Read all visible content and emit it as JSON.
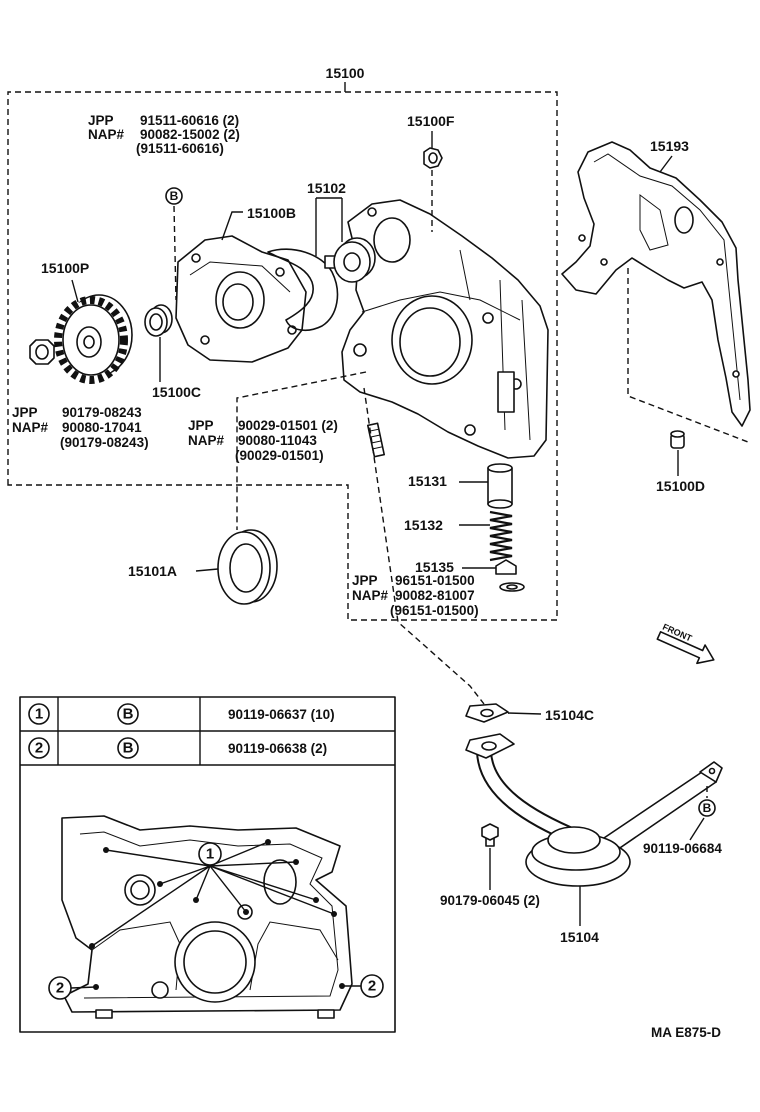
{
  "labels": {
    "assembly": "15100",
    "cover_nut": "15100F",
    "front_gasket": "15193",
    "pump_gasket": "15102",
    "pump_body": "15100B",
    "timing_gear": "15100P",
    "gear_seal": "15100C",
    "relief_valve": "15131",
    "dowel": "15100D",
    "spring": "15132",
    "oil_seal": "15101A",
    "spring_retainer": "15135",
    "strainer_gasket": "15104C",
    "strainer": "15104",
    "strainer_bolt": "90119-06684",
    "strainer_nut": "90179-06045 (2)",
    "front": "FRONT",
    "diagram_code": "MA E875-D"
  },
  "markers": {
    "bolt": "B",
    "one": "1",
    "two": "2"
  },
  "callouts": [
    {
      "jpp_tag": "JPP",
      "jpp": "91511-60616 (2)",
      "nap_tag": "NAP#",
      "nap": "90082-15002 (2)",
      "alt": "(91511-60616)"
    },
    {
      "jpp_tag": "JPP",
      "jpp": "90179-08243",
      "nap_tag": "NAP#",
      "nap": "90080-17041",
      "alt": "(90179-08243)"
    },
    {
      "jpp_tag": "JPP",
      "jpp": "90029-01501 (2)",
      "nap_tag": "NAP#",
      "nap": "90080-11043",
      "alt": "(90029-01501)"
    },
    {
      "jpp_tag": "JPP",
      "jpp": "96151-01500",
      "nap_tag": "NAP#",
      "nap": "90082-81007",
      "alt": "(96151-01500)"
    }
  ],
  "bolt_table": [
    {
      "ref": "1",
      "type": "B",
      "part": "90119-06637 (10)"
    },
    {
      "ref": "2",
      "type": "B",
      "part": "90119-06638 (2)"
    }
  ]
}
